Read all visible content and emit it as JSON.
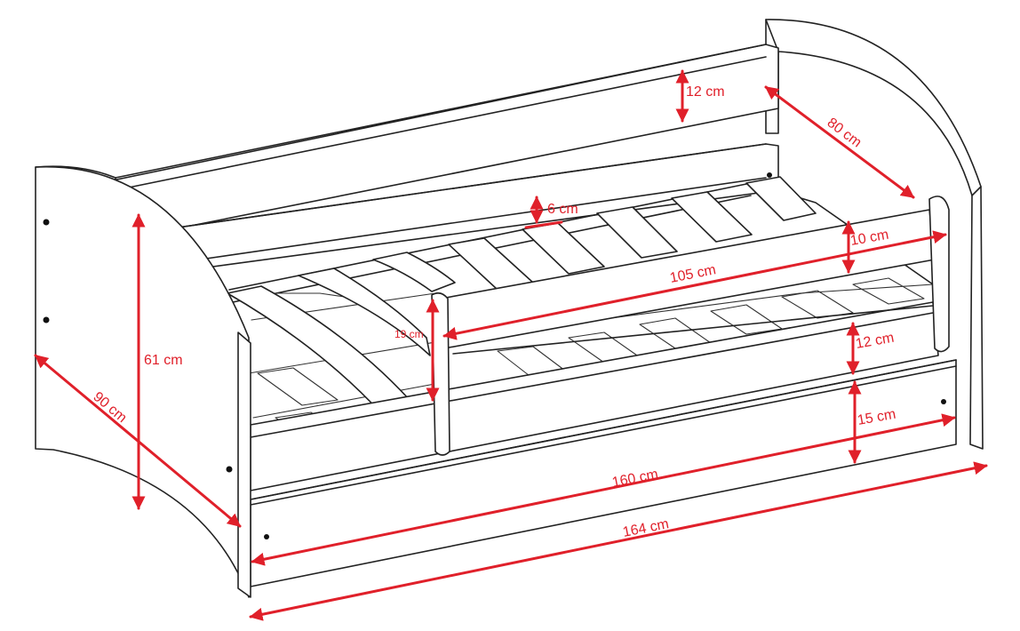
{
  "colors": {
    "dimension": "#e0202a",
    "outline": "#222222",
    "background": "#ffffff"
  },
  "dimensions": [
    {
      "id": "top-board-height",
      "text": "12 cm"
    },
    {
      "id": "headboard-depth",
      "text": "80 cm"
    },
    {
      "id": "slat-width",
      "text": "6 cm"
    },
    {
      "id": "guard-rail-height",
      "text": "10 cm"
    },
    {
      "id": "guard-rail-length",
      "text": "105 cm"
    },
    {
      "id": "guard-post-height",
      "text": "19 cm"
    },
    {
      "id": "lower-board-height",
      "text": "12 cm"
    },
    {
      "id": "drawer-height",
      "text": "15 cm"
    },
    {
      "id": "inner-length",
      "text": "160 cm"
    },
    {
      "id": "outer-length",
      "text": "164 cm"
    },
    {
      "id": "total-height",
      "text": "61 cm"
    },
    {
      "id": "total-depth",
      "text": "90 cm"
    }
  ]
}
